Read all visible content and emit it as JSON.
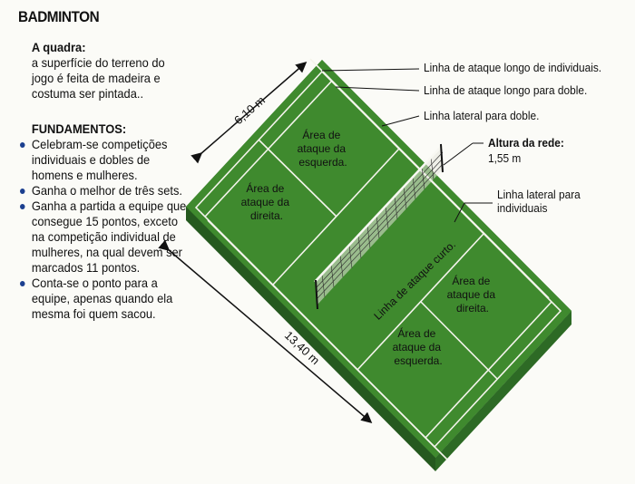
{
  "title": "BADMINTON",
  "court_section": {
    "heading": "A  quadra:",
    "text": "a superfície do terreno do jogo é feita de madeira e costuma ser pintada.."
  },
  "fundamentals": {
    "heading": "FUNDAMENTOS:",
    "items": [
      "Celebram-se competições individuais e dobles de homens e mulheres.",
      "Ganha o melhor de três sets.",
      "Ganha a partida a equipe que consegue 15 pontos, exceto na competição individual de mulheres, na qual devem ser marcados 11 pontos.",
      "Conta-se o ponto para a equipe, apenas quando ela mesma foi quem sacou."
    ]
  },
  "callouts": {
    "long_service_singles": "Linha de ataque longo de individuais.",
    "long_service_doubles": "Linha de ataque longo para doble.",
    "side_doubles": "Linha lateral para doble.",
    "net_height_label": "Altura da rede:",
    "net_height_value": "1,55 m",
    "side_singles": "Linha lateral para individuais"
  },
  "court_labels": {
    "far_left_area": "Área de ataque da esquerda.",
    "far_right_area": "Área de ataque da direita.",
    "near_right_area": "Área de ataque da direita.",
    "near_left_area": "Área de ataque da esquerda.",
    "short_service_line": "Linha de ataque curto."
  },
  "dimensions": {
    "width": "6,10 m",
    "length": "13,40 m"
  },
  "colors": {
    "court_green": "#3f8a2e",
    "court_side": "#25591f",
    "line_white": "#f4f4ec",
    "bullet_blue": "#1b3f8f"
  }
}
